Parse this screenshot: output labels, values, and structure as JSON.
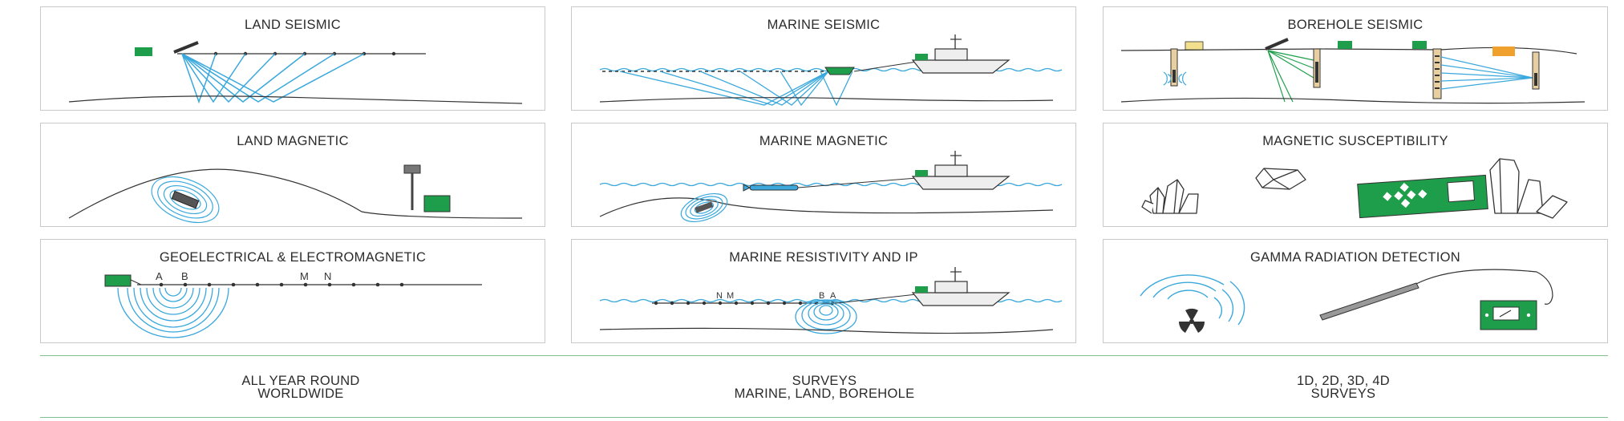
{
  "panels": [
    {
      "id": "land-seismic",
      "title": "LAND SEISMIC"
    },
    {
      "id": "marine-seismic",
      "title": "MARINE SEISMIC"
    },
    {
      "id": "borehole-seismic",
      "title": "BOREHOLE SEISMIC"
    },
    {
      "id": "land-magnetic",
      "title": "LAND MAGNETIC"
    },
    {
      "id": "marine-magnetic",
      "title": "MARINE MAGNETIC"
    },
    {
      "id": "magnetic-susceptibility",
      "title": "MAGNETIC SUSCEPTIBILITY"
    },
    {
      "id": "geoelectrical-em",
      "title": "GEOELECTRICAL & ELECTROMAGNETIC",
      "electrode_labels": [
        "A",
        "B",
        "M",
        "N"
      ]
    },
    {
      "id": "marine-resistivity-ip",
      "title": "MARINE RESISTIVITY AND IP",
      "electrode_labels": [
        "N",
        "M",
        "B",
        "A"
      ]
    },
    {
      "id": "gamma-radiation",
      "title": "GAMMA RADIATION DETECTION"
    }
  ],
  "stats": [
    {
      "line1": "ALL YEAR ROUND",
      "line2": "WORLDWIDE"
    },
    {
      "line1": "SURVEYS",
      "line2": "MARINE, LAND, BOREHOLE"
    },
    {
      "line1": "1D, 2D, 3D, 4D",
      "line2": "SURVEYS"
    }
  ],
  "colors": {
    "green": "#1e9e4a",
    "blue": "#3aa8dc",
    "dark": "#333333",
    "tan": "#e8cfa1",
    "yellow": "#f3e08e",
    "orange": "#f0a02c",
    "divider": "#7fc08f"
  }
}
